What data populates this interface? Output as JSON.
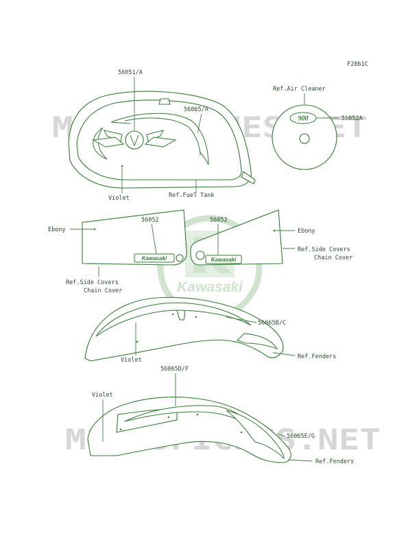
{
  "figure_code": "F2861C",
  "colors": {
    "line": "#2f7a2f",
    "watermark": "#d8d8d8",
    "logo_green": "#cfe3cf",
    "text": "#2a4a2a"
  },
  "watermarks": {
    "site": "MICROFICHES.NET",
    "brand": "Kawasaki"
  },
  "fuel_tank": {
    "part_emblem": "56051/A",
    "part_stripe": "56065/A",
    "color_label": "Violet",
    "ref": "Ref.Fuel Tank"
  },
  "air_cleaner": {
    "ref": "Ref.Air Cleaner",
    "part": "56052A",
    "emblem_text": "900"
  },
  "side_covers": {
    "left": {
      "color_label": "Ebony",
      "part": "56052",
      "ref_line1": "Ref.Side Covers",
      "ref_line2": "Chain Cover",
      "badge_text": "Kawasaki"
    },
    "right": {
      "color_label": "Ebony",
      "part": "56052",
      "ref_line1": "Ref.Side Covers",
      "ref_line2": "Chain Cover",
      "badge_text": "Kawasaki"
    }
  },
  "front_fender": {
    "part": "56065B/C",
    "color_label": "Violet",
    "ref": "Ref.Fenders"
  },
  "rear_fender": {
    "part_top": "56065D/F",
    "part_side": "56065E/G",
    "color_label": "Violet",
    "ref": "Ref.Fenders"
  }
}
